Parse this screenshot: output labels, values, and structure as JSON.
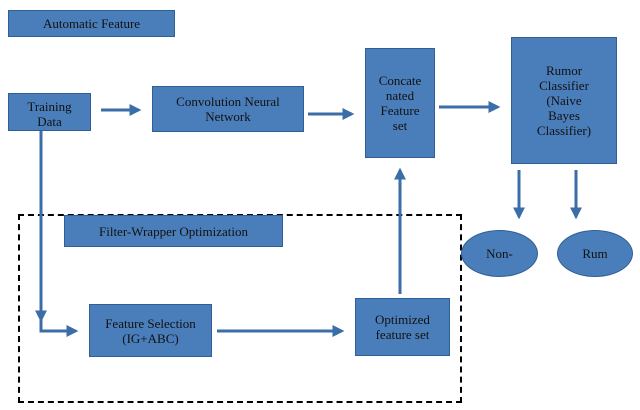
{
  "diagram": {
    "nodes": {
      "automatic_feature": "Automatic Feature",
      "training_data": "Training\nData",
      "cnn": "Convolution Neural\nNetwork",
      "concatenated": "Concate\nnated\nFeature\nset",
      "rumor_classifier": "Rumor\nClassifier\n(Naive\nBayes\nClassifier)",
      "non_rumor": "Non-",
      "rumor": "Rum",
      "filter_wrapper": "Filter-Wrapper Optimization",
      "feature_selection": "Feature Selection\n(IG+ABC)",
      "optimized": "Optimized\nfeature set"
    },
    "colors": {
      "box_fill": "#4a7ebb",
      "box_border": "#2f5f94",
      "arrow": "#3b6ea8",
      "dashed_border": "#000000"
    }
  }
}
